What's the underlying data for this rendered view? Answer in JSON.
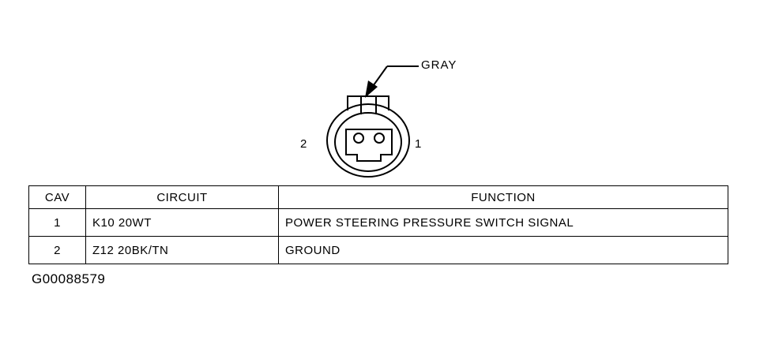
{
  "connector": {
    "wire_color_label": "GRAY",
    "pin_left_label": "2",
    "pin_right_label": "1"
  },
  "table": {
    "headers": [
      "CAV",
      "CIRCUIT",
      "FUNCTION"
    ],
    "rows": [
      {
        "cav": "1",
        "circuit": "K10 20WT",
        "function": "POWER STEERING PRESSURE SWITCH SIGNAL"
      },
      {
        "cav": "2",
        "circuit": "Z12 20BK/TN",
        "function": "GROUND"
      }
    ]
  },
  "figure_id": "G00088579"
}
